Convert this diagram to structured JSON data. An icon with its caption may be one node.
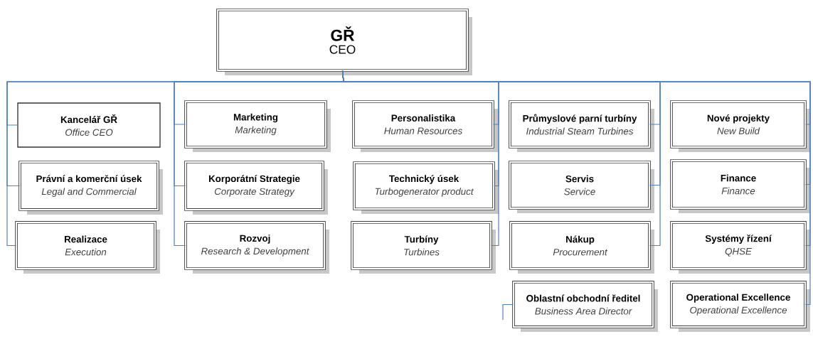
{
  "diagram": {
    "nodes": [
      {
        "text": [
          "GŘ",
          "CEO"
        ]
      },
      {
        "text": [
          "Kancelář GŘ",
          "Office CEO"
        ]
      },
      {
        "text": [
          "Právní a komerční úsek",
          "Legal and Commercial"
        ]
      },
      {
        "text": [
          "Realizace",
          "Execution"
        ]
      },
      {
        "text": [
          "Marketing",
          "Marketing"
        ]
      },
      {
        "text": [
          "Korporátní Strategie",
          "Corporate Strategy"
        ]
      },
      {
        "text": [
          "Rozvoj",
          "Research & Development"
        ]
      },
      {
        "text": [
          "Personalistika",
          "Human Resources"
        ]
      },
      {
        "text": [
          "Technický úsek",
          "Turbogenerator product"
        ]
      },
      {
        "text": [
          "Turbíny",
          "Turbines"
        ]
      },
      {
        "text": [
          "Průmyslové parní turbíny",
          "Industrial Steam Turbines"
        ]
      },
      {
        "text": [
          "Servis",
          "Service"
        ]
      },
      {
        "text": [
          "Nákup",
          "Procurement"
        ]
      },
      {
        "text": [
          "Oblastní obchodní ředitel",
          "Business Area Director"
        ]
      },
      {
        "text": [
          "Nové projekty",
          "New Build"
        ]
      },
      {
        "text": [
          "Finance",
          "Finance"
        ]
      },
      {
        "text": [
          "Systémy řízení",
          "QHSE"
        ]
      },
      {
        "text": [
          "Operational Excellence",
          "Operational Excellence"
        ]
      }
    ],
    "edges": [
      {
        "from": 0,
        "to": 1,
        "arrow": "none"
      },
      {
        "from": 0,
        "to": 2,
        "arrow": "none"
      },
      {
        "from": 0,
        "to": 3,
        "arrow": "none"
      },
      {
        "from": 0,
        "to": 4,
        "arrow": "none"
      },
      {
        "from": 0,
        "to": 5,
        "arrow": "none"
      },
      {
        "from": 0,
        "to": 6,
        "arrow": "none"
      },
      {
        "from": 0,
        "to": 7,
        "arrow": "none"
      },
      {
        "from": 0,
        "to": 8,
        "arrow": "none"
      },
      {
        "from": 0,
        "to": 9,
        "arrow": "none"
      },
      {
        "from": 0,
        "to": 10,
        "arrow": "none"
      },
      {
        "from": 0,
        "to": 11,
        "arrow": "none"
      },
      {
        "from": 0,
        "to": 12,
        "arrow": "none"
      },
      {
        "from": null,
        "to": 13,
        "arrow": "none"
      },
      {
        "from": 0,
        "to": 14,
        "arrow": "none"
      },
      {
        "from": 0,
        "to": 15,
        "arrow": "none"
      },
      {
        "from": 0,
        "to": 16,
        "arrow": "none"
      },
      {
        "from": 0,
        "to": 17,
        "arrow": "none"
      }
    ]
  }
}
